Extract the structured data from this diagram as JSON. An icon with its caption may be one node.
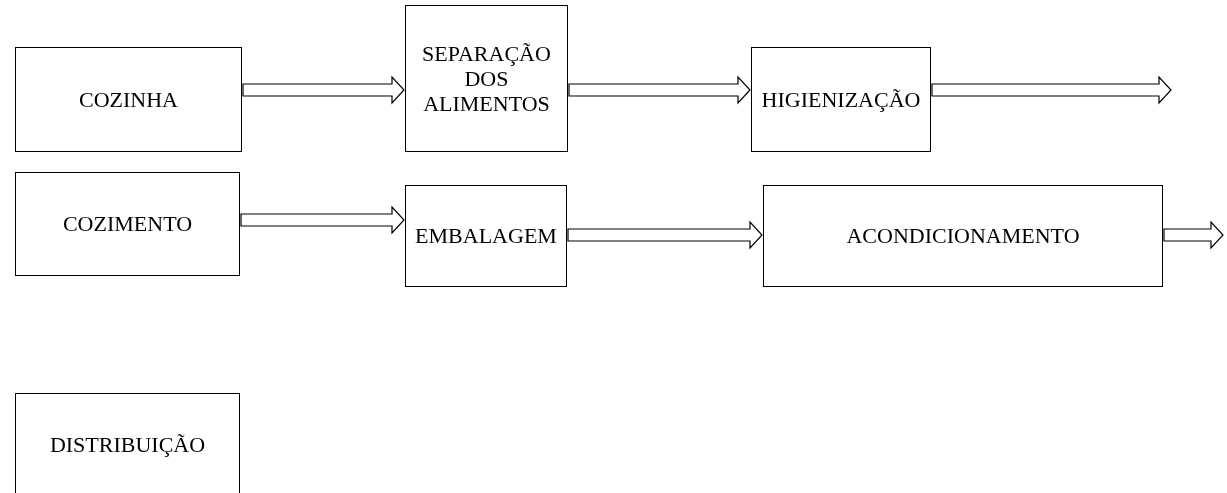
{
  "diagram": {
    "nodes": [
      {
        "text": [
          "COZINHA"
        ]
      },
      {
        "text": [
          "SEPARAÇÃO DOS ALIMENTOS"
        ]
      },
      {
        "text": [
          "HIGIENIZAÇÃO"
        ]
      },
      {
        "text": [
          "COZIMENTO"
        ]
      },
      {
        "text": [
          "EMBALAGEM"
        ]
      },
      {
        "text": [
          "ACONDICIONAMENTO"
        ]
      },
      {
        "text": [
          "DISTRIBUIÇÃO"
        ]
      }
    ],
    "edges": [
      {
        "from": 0,
        "to": 1,
        "arrow": "to"
      },
      {
        "from": 1,
        "to": 2,
        "arrow": "to"
      },
      {
        "from": 2,
        "to": null,
        "arrow": "to"
      },
      {
        "from": 3,
        "to": 4,
        "arrow": "to"
      },
      {
        "from": 4,
        "to": 5,
        "arrow": "to"
      },
      {
        "from": 5,
        "to": null,
        "arrow": "to"
      }
    ]
  }
}
